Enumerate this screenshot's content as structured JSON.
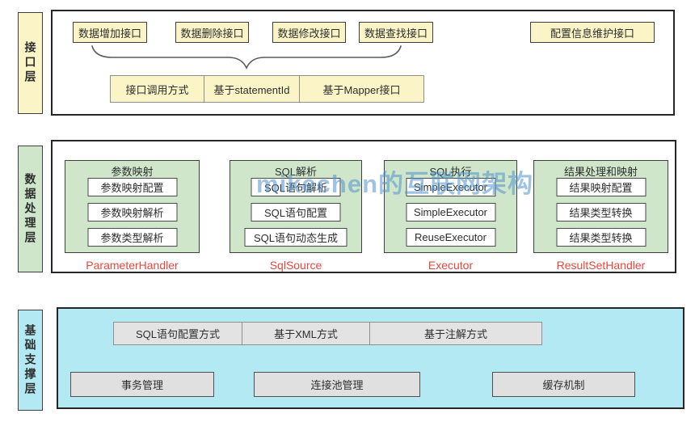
{
  "watermark": "mikechen的互联网架构",
  "layers": {
    "interface": {
      "label": "接口层",
      "boxes": [
        "数据增加接口",
        "数据删除接口",
        "数据修改接口",
        "数据查找接口",
        "配置信息维护接口"
      ],
      "table": [
        "接口调用方式",
        "基于statementId",
        "基于Mapper接口"
      ]
    },
    "data_processing": {
      "label": "数据处理层",
      "groups": [
        {
          "title": "参数映射",
          "items": [
            "参数映射配置",
            "参数映射解析",
            "参数类型解析"
          ],
          "handler": "ParameterHandler"
        },
        {
          "title": "SQL解析",
          "items": [
            "SQL语句解析",
            "SQL语句配置",
            "SQL语句动态生成"
          ],
          "handler": "SqlSource"
        },
        {
          "title": "SQL执行",
          "items": [
            "SimpleExecutor",
            "SimpleExecutor",
            "ReuseExecutor"
          ],
          "handler": "Executor"
        },
        {
          "title": "结果处理和映射",
          "items": [
            "结果映射配置",
            "结果类型转换",
            "结果类型转换"
          ],
          "handler": "ResultSetHandler"
        }
      ]
    },
    "foundation": {
      "label": "基础支撑层",
      "table": [
        "SQL语句配置方式",
        "基于XML方式",
        "基于注解方式"
      ],
      "boxes": [
        "事务管理",
        "连接池管理",
        "缓存机制"
      ]
    }
  },
  "colors": {
    "interface_fill": "#fbf4c6",
    "data_processing_fill": "#cfe6ca",
    "foundation_fill": "#b2e9f2",
    "gray_fill": "#e3e3e3",
    "handler_text": "#e8463c",
    "watermark_text": "#5091cd"
  }
}
